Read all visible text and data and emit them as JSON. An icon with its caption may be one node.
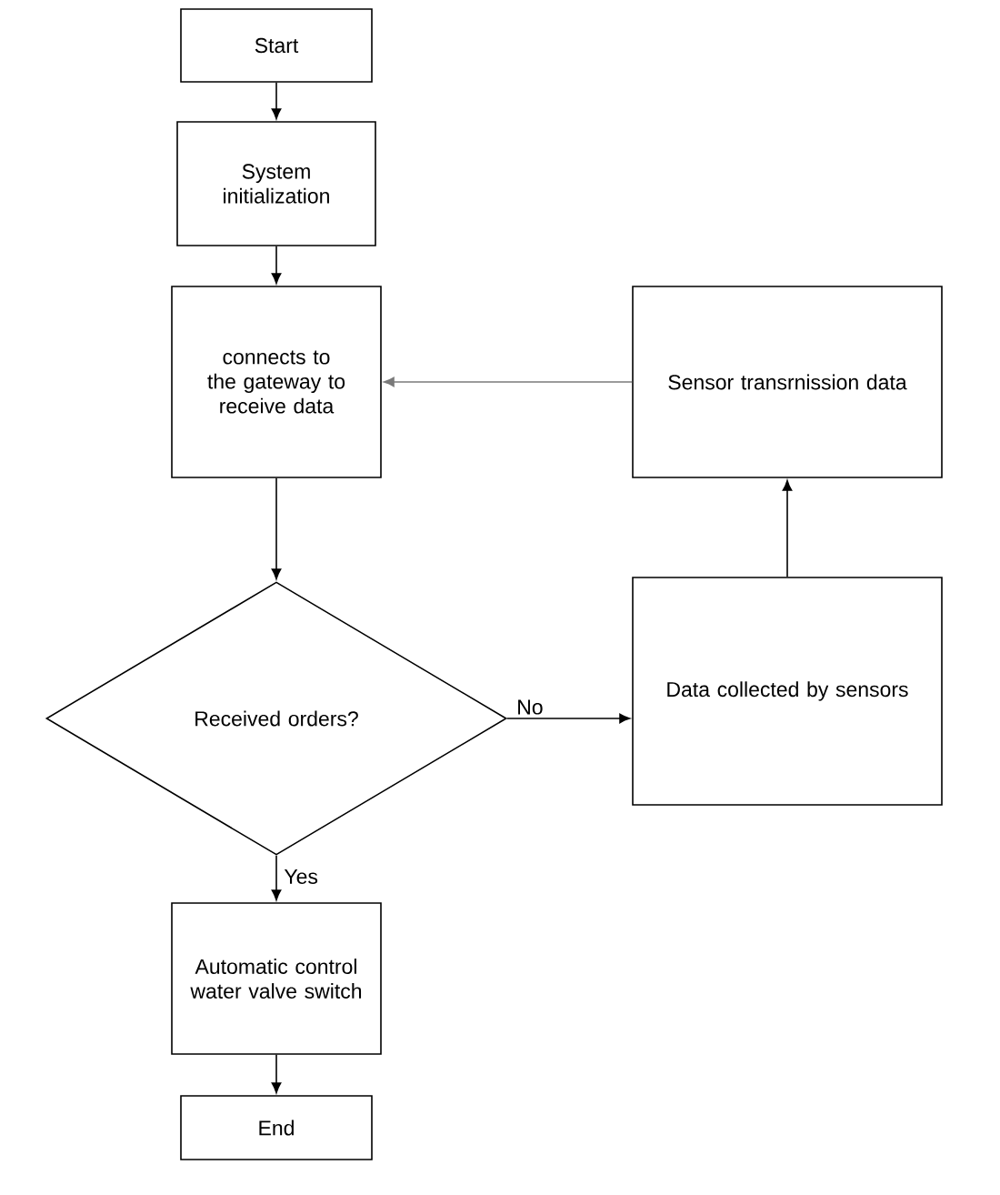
{
  "diagram": {
    "nodes": [
      {
        "text": [
          "Start"
        ]
      },
      {
        "text": [
          "System initialization"
        ]
      },
      {
        "text": [
          "connects to the gateway to receive data"
        ]
      },
      {
        "text": [
          "Received orders?"
        ]
      },
      {
        "text": [
          "Automatic control water valve switch"
        ]
      },
      {
        "text": [
          "End"
        ]
      },
      {
        "text": [
          "Sensor transrnission data"
        ]
      },
      {
        "text": [
          "Data collected by sensors"
        ]
      }
    ],
    "edges": [
      {
        "from": 0,
        "to": 1,
        "arrow": "to"
      },
      {
        "from": 1,
        "to": 2,
        "arrow": "to"
      },
      {
        "from": 2,
        "to": 3,
        "arrow": "to"
      },
      {
        "from": 3,
        "to": 4,
        "arrow": "to",
        "label": "Yes"
      },
      {
        "from": 4,
        "to": 5,
        "arrow": "to"
      },
      {
        "from": 3,
        "to": 7,
        "arrow": "to",
        "label": "No"
      },
      {
        "from": 7,
        "to": 6,
        "arrow": "to"
      },
      {
        "from": 6,
        "to": 2,
        "arrow": "to",
        "color": "#7a7a7a"
      }
    ]
  }
}
